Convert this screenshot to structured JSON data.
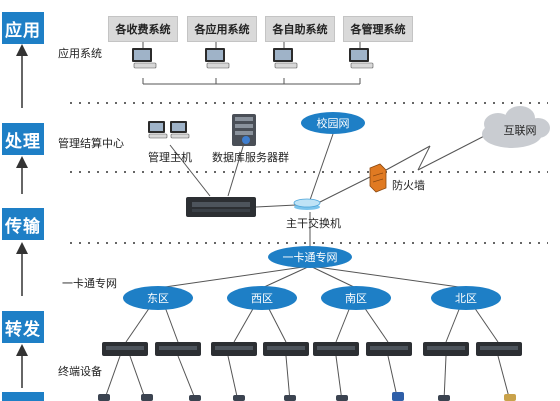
{
  "tiers": [
    "应用",
    "处理",
    "传输",
    "转发",
    ""
  ],
  "section_labels": {
    "app": "应用系统",
    "mgmt": "管理结算中心",
    "net": "一卡通专网",
    "term": "终端设备"
  },
  "systems": [
    "各收费系统",
    "各应用系统",
    "各自助系统",
    "各管理系统"
  ],
  "labels": {
    "mgmt_host": "管理主机",
    "db_server": "数据库服务器群",
    "firewall": "防火墙",
    "core_switch": "主干交换机"
  },
  "clouds": {
    "campus": "校园网",
    "internet": "互联网"
  },
  "network": {
    "main": "一卡通专网",
    "zones": [
      "东区",
      "西区",
      "南区",
      "北区"
    ]
  },
  "colors": {
    "tier_bg": "#1e7fc6",
    "ellipse": "#1e7fc6",
    "cloud": "#c9ccd1",
    "firewall": "#e07a22",
    "line": "#555555"
  }
}
